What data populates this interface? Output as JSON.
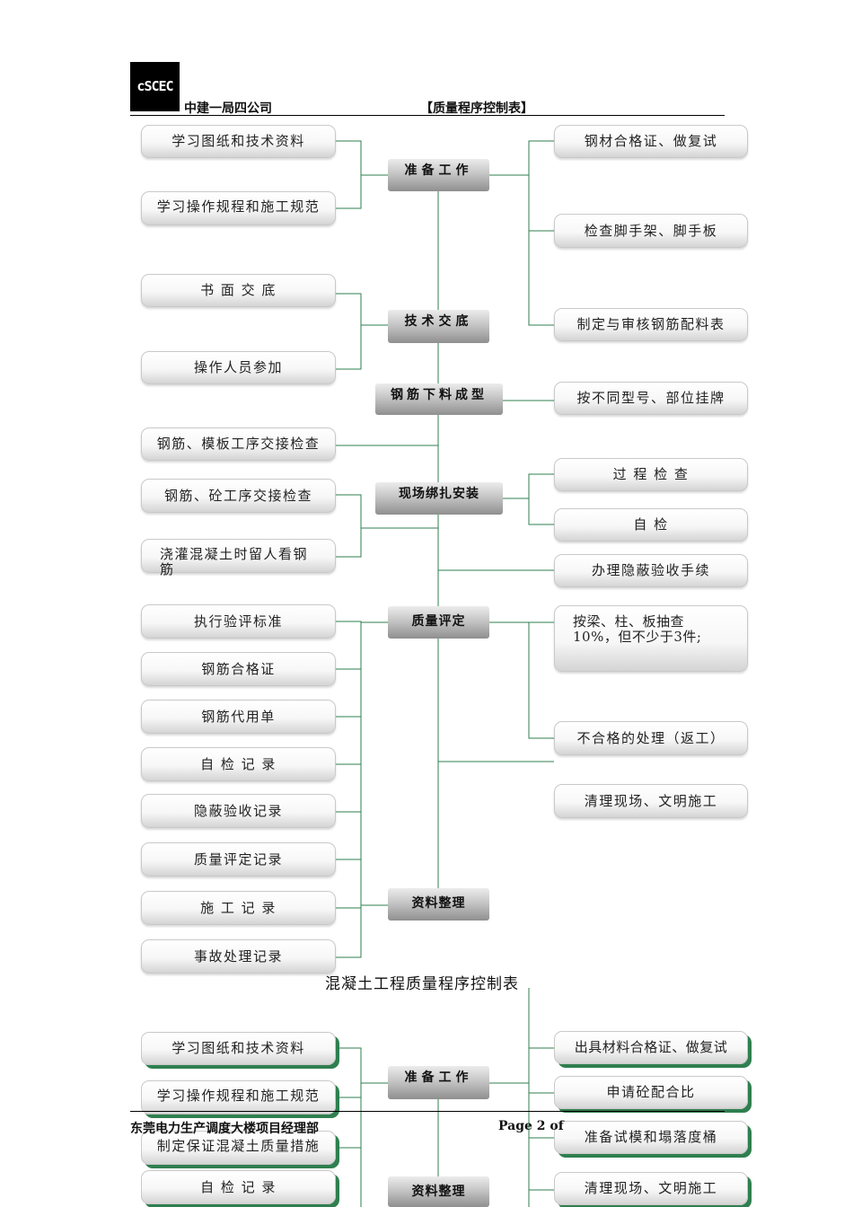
{
  "header": {
    "logo_text": "cSCEC",
    "company": "中建一局四公司",
    "doc_title": "【质量程序控制表】"
  },
  "chart1": {
    "hubs": {
      "prep": "准备工作",
      "tech": "技术交底",
      "cut": "钢筋下料成型",
      "install": "现场绑扎安装",
      "quality": "质量评定",
      "records": "资料整理"
    },
    "left": [
      "学习图纸和技术资料",
      "学习操作规程和施工规范",
      "书 面 交 底",
      "操作人员参加",
      "钢筋、模板工序交接检查",
      "钢筋、砼工序交接检查",
      "浇灌混凝土时留人看钢筋",
      "执行验评标准",
      "钢筋合格证",
      "钢筋代用单",
      "自 检 记 录",
      "隐蔽验收记录",
      "质量评定记录",
      "施 工 记 录",
      "事故处理记录"
    ],
    "right": [
      "钢材合格证、做复试",
      "检查脚手架、脚手板",
      "制定与审核钢筋配料表",
      "按不同型号、部位挂牌",
      "过 程 检 查",
      "自  检",
      "办理隐蔽验收手续",
      "按梁、柱、板抽查10%，但不少于3件;",
      "不合格的处理（返工）",
      "清理现场、文明施工"
    ]
  },
  "chart2": {
    "title": "混凝土工程质量程序控制表",
    "hubs": {
      "prep": "准备工作",
      "records": "资料整理"
    },
    "left": [
      "学习图纸和技术资料",
      "学习操作规程和施工规范",
      "制定保证混凝土质量措施",
      "自 检 记 录"
    ],
    "right": [
      "出具材料合格证、做复试",
      "申请砼配合比",
      "准备试模和塌落度桶",
      "清理现场、文明施工"
    ]
  },
  "footer": {
    "left": "东莞电力生产调度大楼项目经理部",
    "page": "Page 2 of"
  },
  "colors": {
    "connector": "#2f7f4f",
    "box_border": "#c9c9c9"
  }
}
